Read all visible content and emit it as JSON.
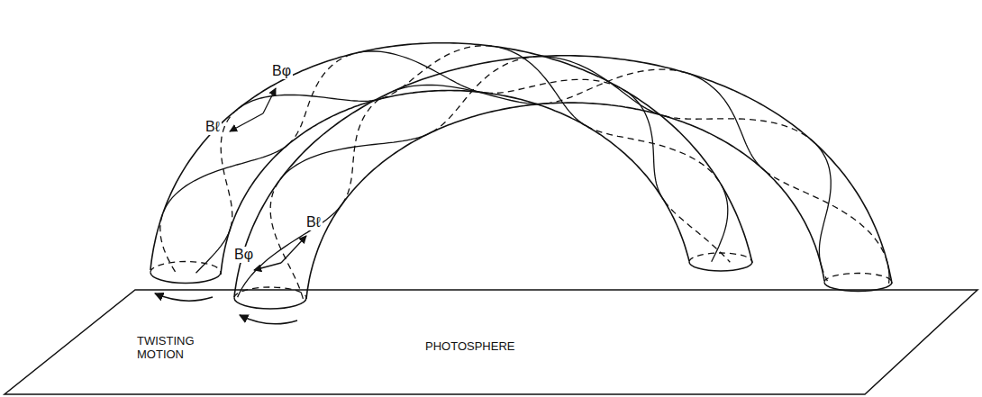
{
  "diagram": {
    "labels": [
      "Bφ",
      "Bℓ",
      "Bℓ",
      "Bφ",
      "TWISTING MOTION",
      "PHOTOSPHERE"
    ]
  }
}
